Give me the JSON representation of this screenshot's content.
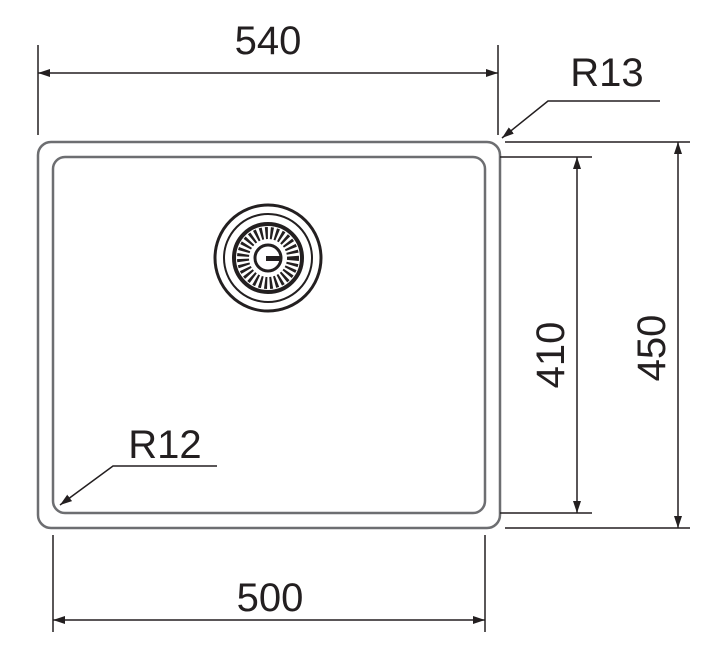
{
  "dimensions": {
    "outer_width": "540",
    "inner_width": "500",
    "inner_depth": "410",
    "outer_depth": "450",
    "outer_radius": "R13",
    "inner_radius": "R12"
  },
  "colors": {
    "line": "#231f20",
    "outline": "#6d6e71"
  }
}
